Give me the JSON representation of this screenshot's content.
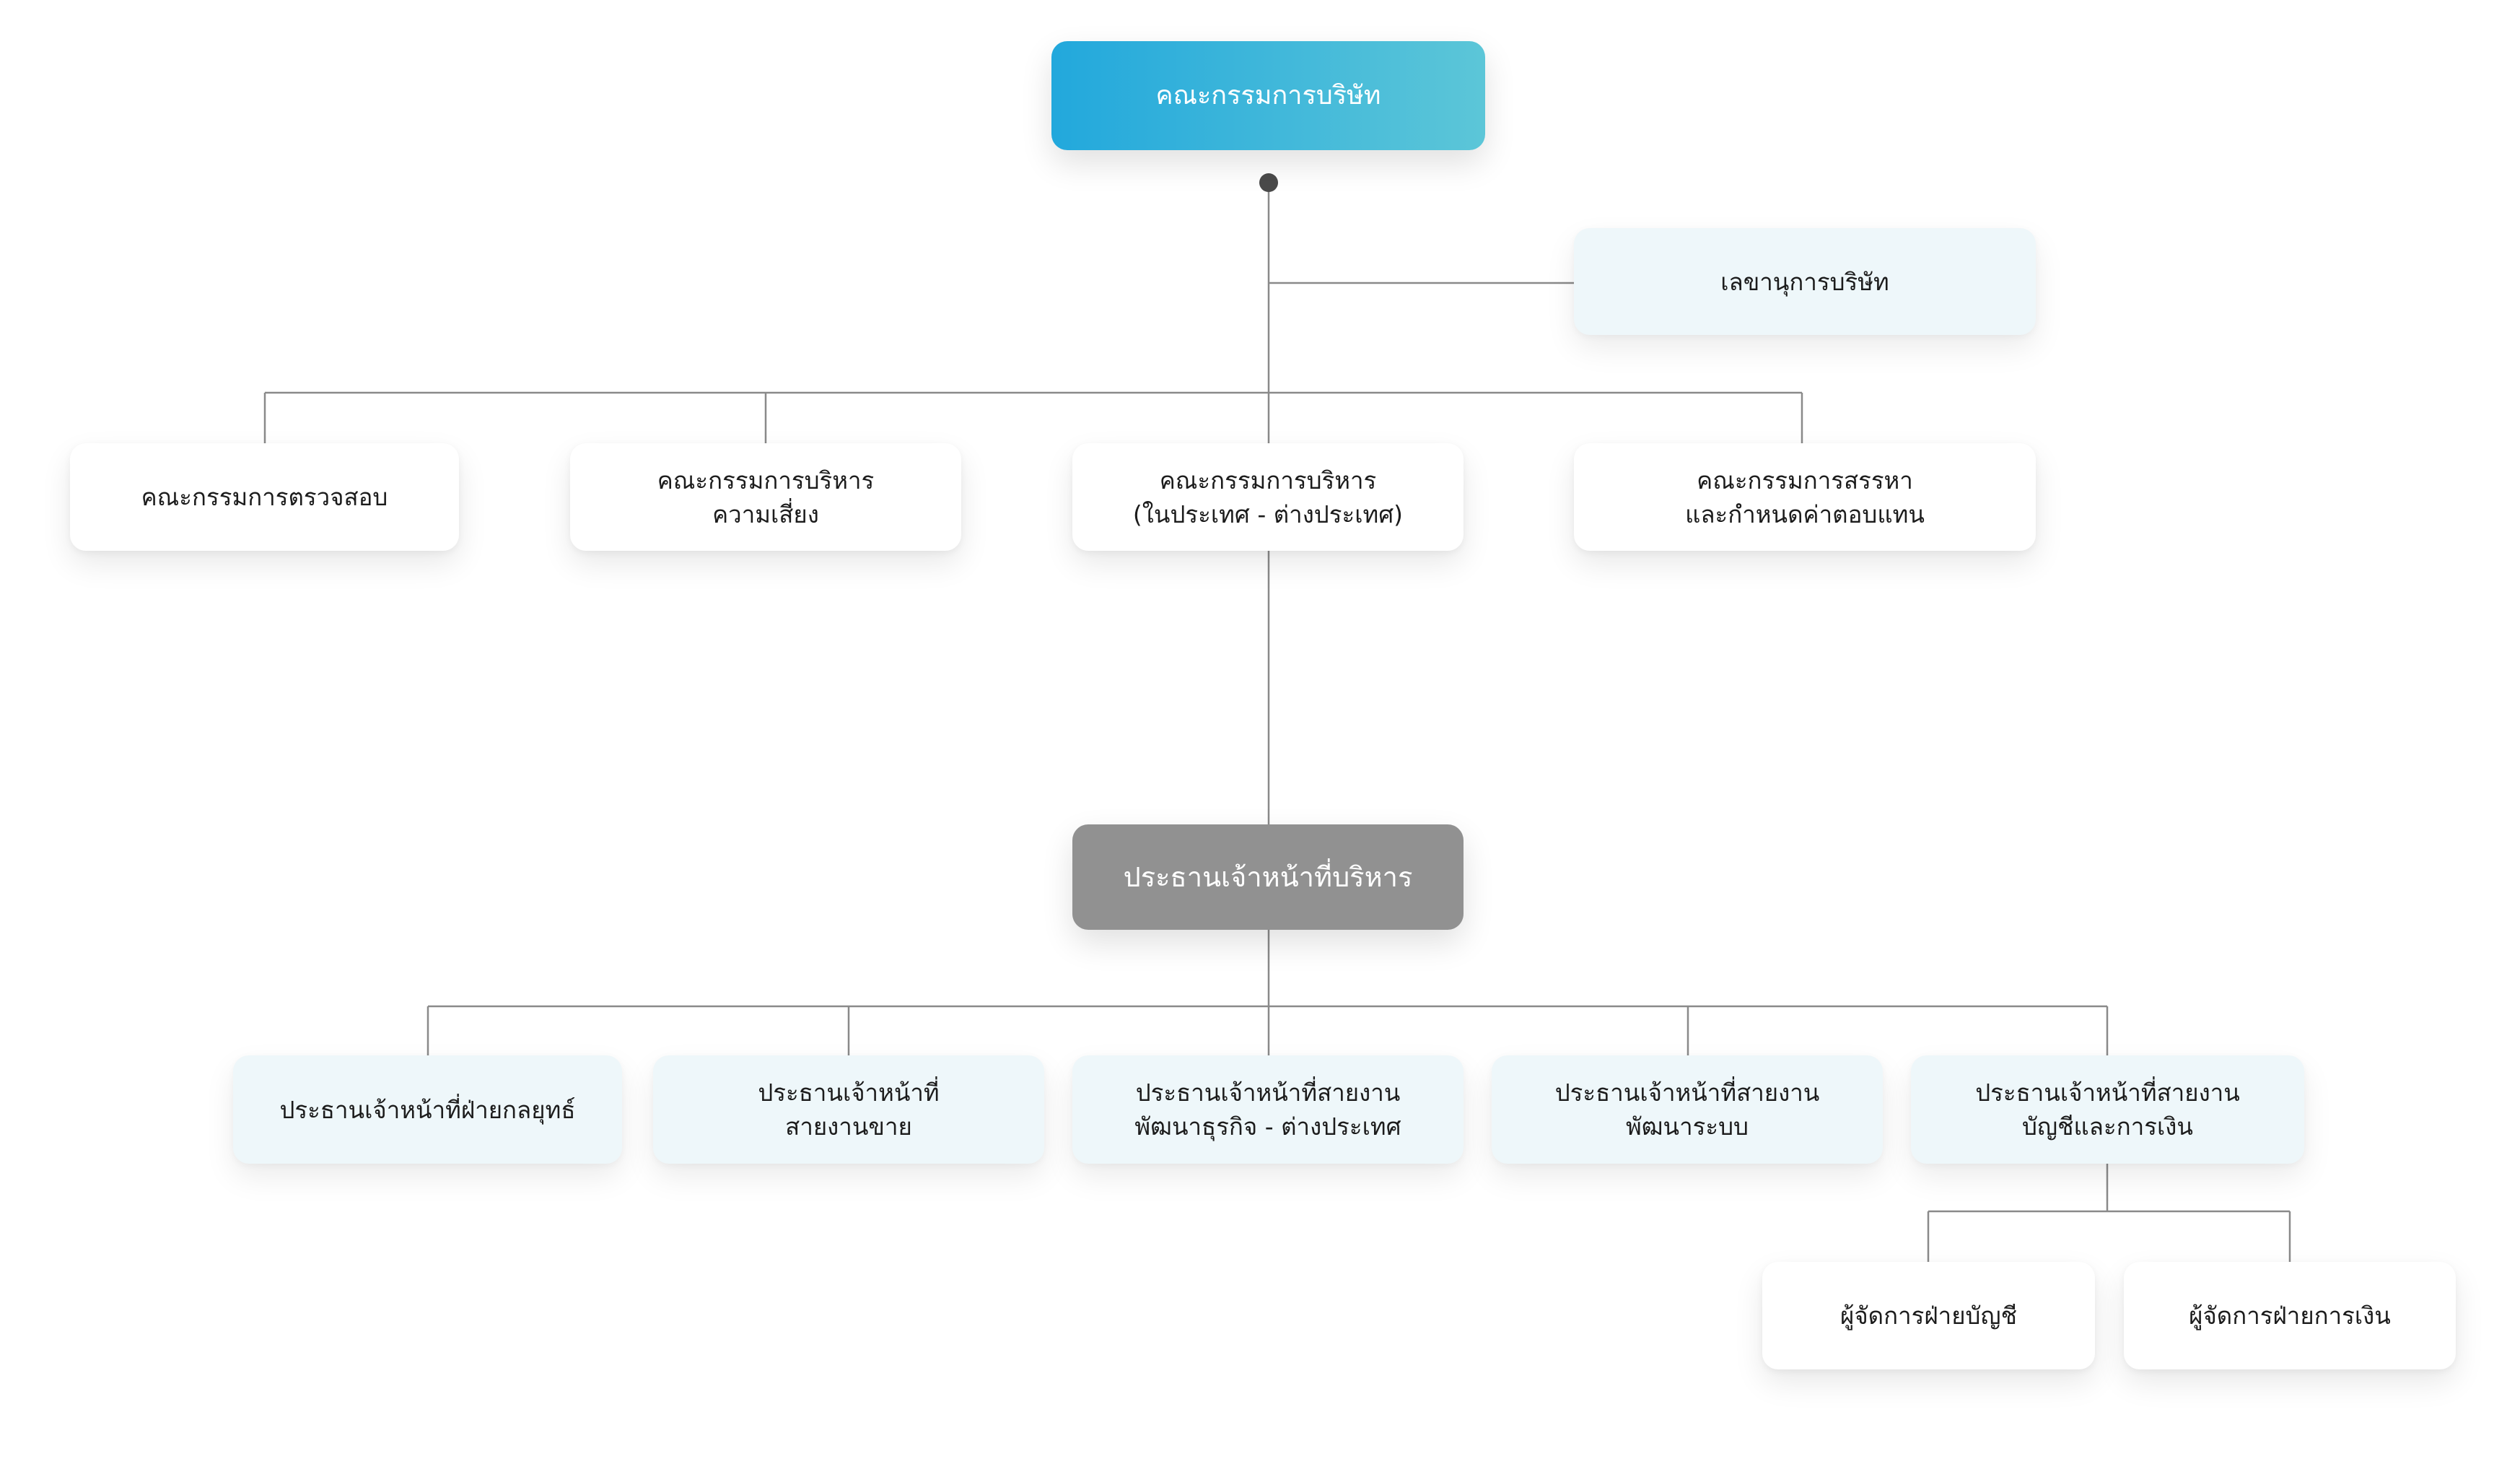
{
  "board": {
    "label": "คณะกรรมการบริษัท"
  },
  "secretary": {
    "label": "เลขานุการบริษัท"
  },
  "committees": [
    {
      "line1": "คณะกรรมการตรวจสอบ",
      "line2": ""
    },
    {
      "line1": "คณะกรรมการบริหาร",
      "line2": "ความเสี่ยง"
    },
    {
      "line1": "คณะกรรมการบริหาร",
      "line2": "(ในประเทศ - ต่างประเทศ)"
    },
    {
      "line1": "คณะกรรมการสรรหา",
      "line2": "และกำหนดค่าตอบแทน"
    }
  ],
  "ceo": {
    "label": "ประธานเจ้าหน้าที่บริหาร"
  },
  "officers": [
    {
      "line1": "ประธานเจ้าหน้าที่ฝ่ายกลยุทธ์",
      "line2": ""
    },
    {
      "line1": "ประธานเจ้าหน้าที่",
      "line2": "สายงานขาย"
    },
    {
      "line1": "ประธานเจ้าหน้าที่สายงาน",
      "line2": "พัฒนาธุรกิจ - ต่างประเทศ"
    },
    {
      "line1": "ประธานเจ้าหน้าที่สายงาน",
      "line2": "พัฒนาระบบ"
    },
    {
      "line1": "ประธานเจ้าหน้าที่สายงาน",
      "line2": "บัญชีและการเงิน"
    }
  ],
  "managers": [
    {
      "label": "ผู้จัดการฝ่ายบัญชี"
    },
    {
      "label": "ผู้จัดการฝ่ายการเงิน"
    }
  ],
  "colors": {
    "board_gradient_start": "#22a8dc",
    "board_gradient_end": "#5cc6d8",
    "ceo_fill": "#919191",
    "light_fill": "#eef7fa",
    "connector": "#8a8a8a"
  }
}
